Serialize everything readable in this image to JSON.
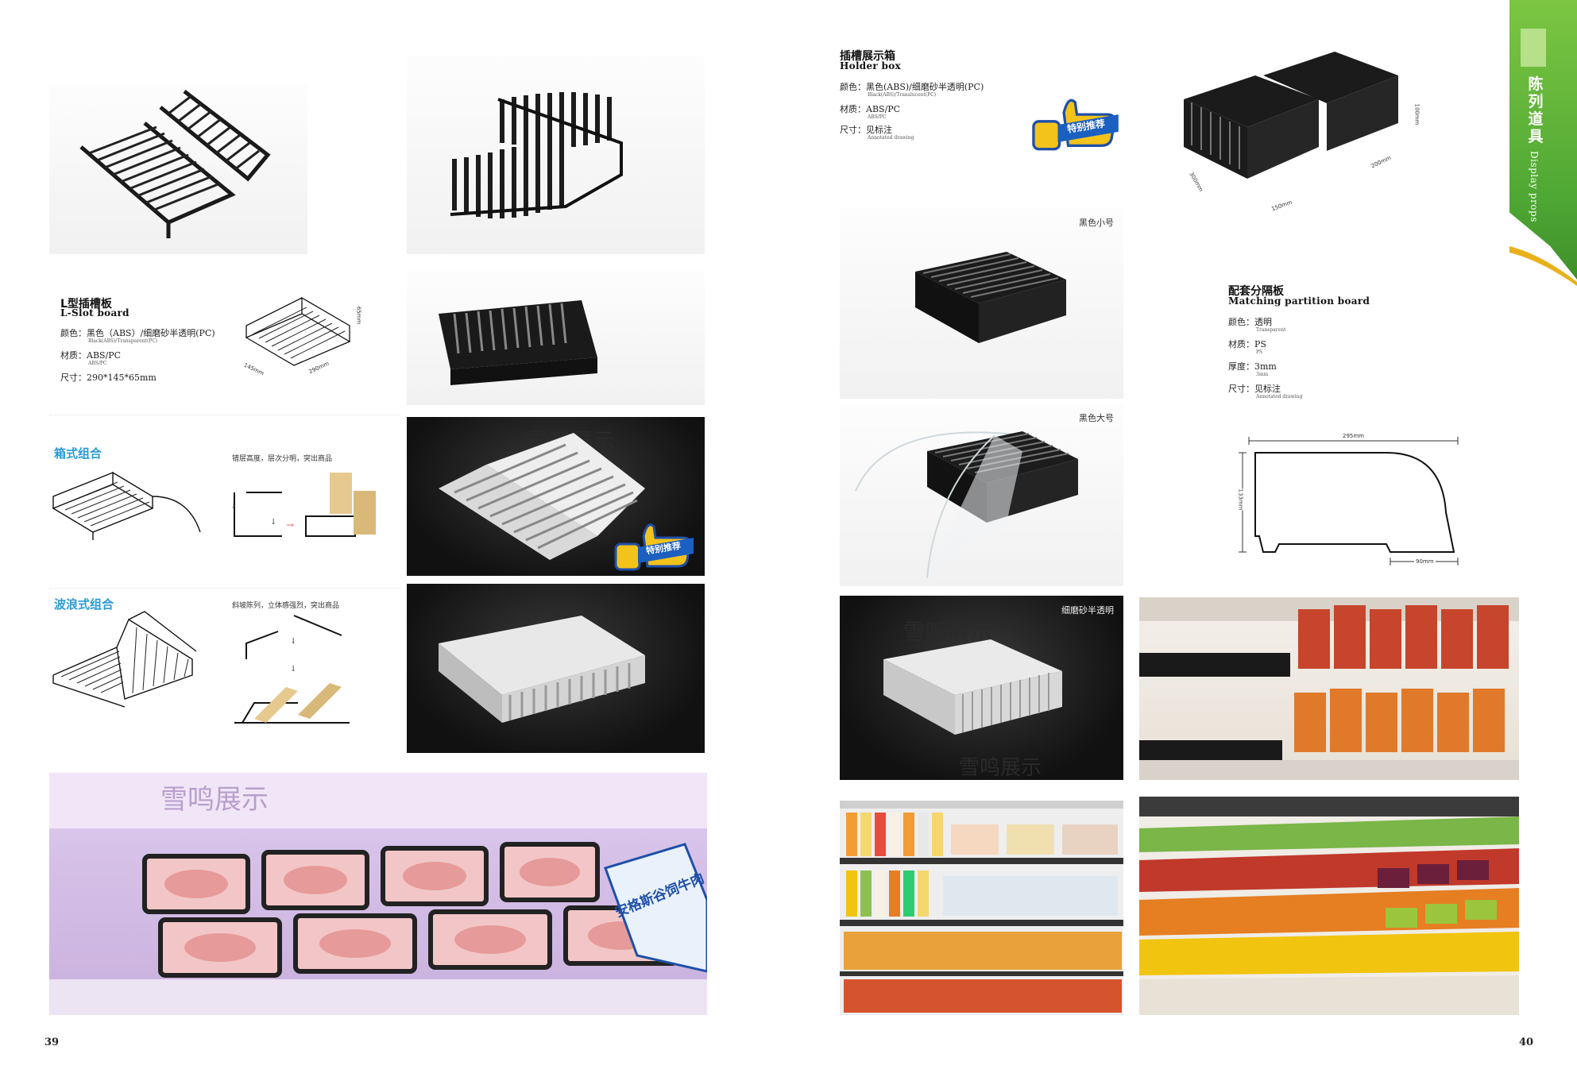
{
  "left_page": {
    "page_number": "39",
    "product": {
      "title_cn": "L型插槽板",
      "title_en": "L-Slot board",
      "specs": [
        {
          "label": "颜色：",
          "value": "黑色（ABS）/细磨砂半透明(PC)",
          "sub": "Black(ABS)/Transparent(PC)"
        },
        {
          "label": "材质：",
          "value": "ABS/PC",
          "sub": "ABS/PC"
        },
        {
          "label": "尺寸：",
          "value": "290*145*65mm",
          "sub": ""
        }
      ],
      "dimensions": {
        "height": "65mm",
        "width": "290mm",
        "depth": "145mm"
      }
    },
    "box_combo": {
      "title": "箱式组合",
      "caption": "错层高度，层次分明，突出商品"
    },
    "wave_combo": {
      "title": "波浪式组合",
      "caption": "斜坡陈列，立体感强烈，突出商品"
    },
    "badge_text": "特别推荐",
    "watermark": "雪鸣展示",
    "shop_sign": "安格斯谷饲牛肉"
  },
  "right_page": {
    "page_number": "40",
    "holder_box": {
      "title_cn": "插槽展示箱",
      "title_en": "Holder box",
      "specs": [
        {
          "label": "颜色：",
          "value": "黑色(ABS)/细磨砂半透明(PC)",
          "sub": "Black(ABS)/Translucent(PC)"
        },
        {
          "label": "材质：",
          "value": "ABS/PC",
          "sub": "ABS/PC"
        },
        {
          "label": "尺寸：",
          "value": "见标注",
          "sub": "Annotated drawing"
        }
      ],
      "dimensions": {
        "length": "300mm",
        "depth": "150mm",
        "width": "200mm",
        "height": "100mm"
      }
    },
    "badge_text": "特别推荐",
    "variants": {
      "small_black": "黑色小号",
      "large_black": "黑色大号",
      "frosted": "细磨砂半透明"
    },
    "partition": {
      "title_cn": "配套分隔板",
      "title_en": "Matching partition board",
      "specs": [
        {
          "label": "颜色：",
          "value": "透明",
          "sub": "Transparent"
        },
        {
          "label": "材质：",
          "value": "PS",
          "sub": "PS"
        },
        {
          "label": "厚度：",
          "value": "3mm",
          "sub": "3mm"
        },
        {
          "label": "尺寸：",
          "value": "见标注",
          "sub": "Annotated drawing"
        }
      ],
      "dimensions": {
        "width": "295mm",
        "height": "133mm",
        "base": "90mm"
      }
    },
    "side_tab": {
      "title_cn": "陈列道具",
      "title_en": "Display props"
    },
    "watermark": "雪鸣展示"
  }
}
